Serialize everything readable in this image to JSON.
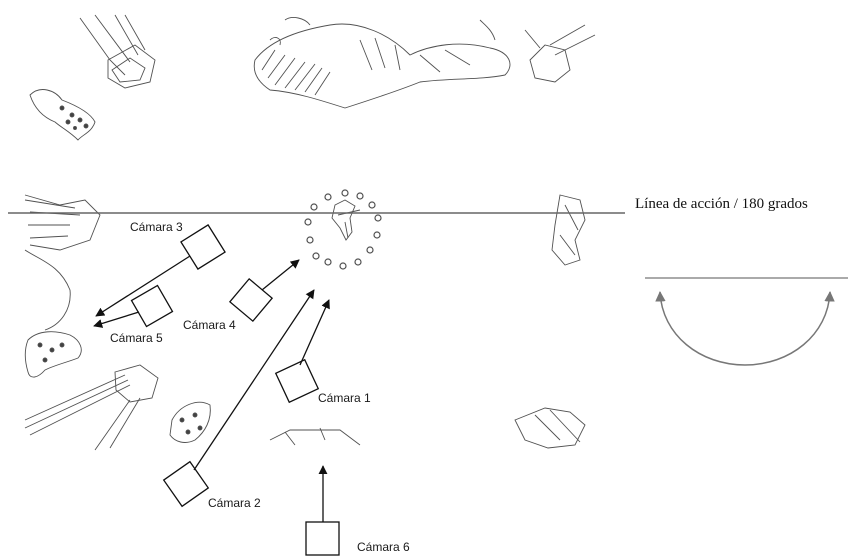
{
  "action_line_label": "Línea de  acción / 180 grados",
  "cameras": [
    {
      "id": "cam1",
      "label": "Cámara 1"
    },
    {
      "id": "cam2",
      "label": "Cámara 2"
    },
    {
      "id": "cam3",
      "label": "Cámara 3"
    },
    {
      "id": "cam4",
      "label": "Cámara 4"
    },
    {
      "id": "cam5",
      "label": "Cámara 5"
    },
    {
      "id": "cam6",
      "label": "Cámara 6"
    }
  ]
}
